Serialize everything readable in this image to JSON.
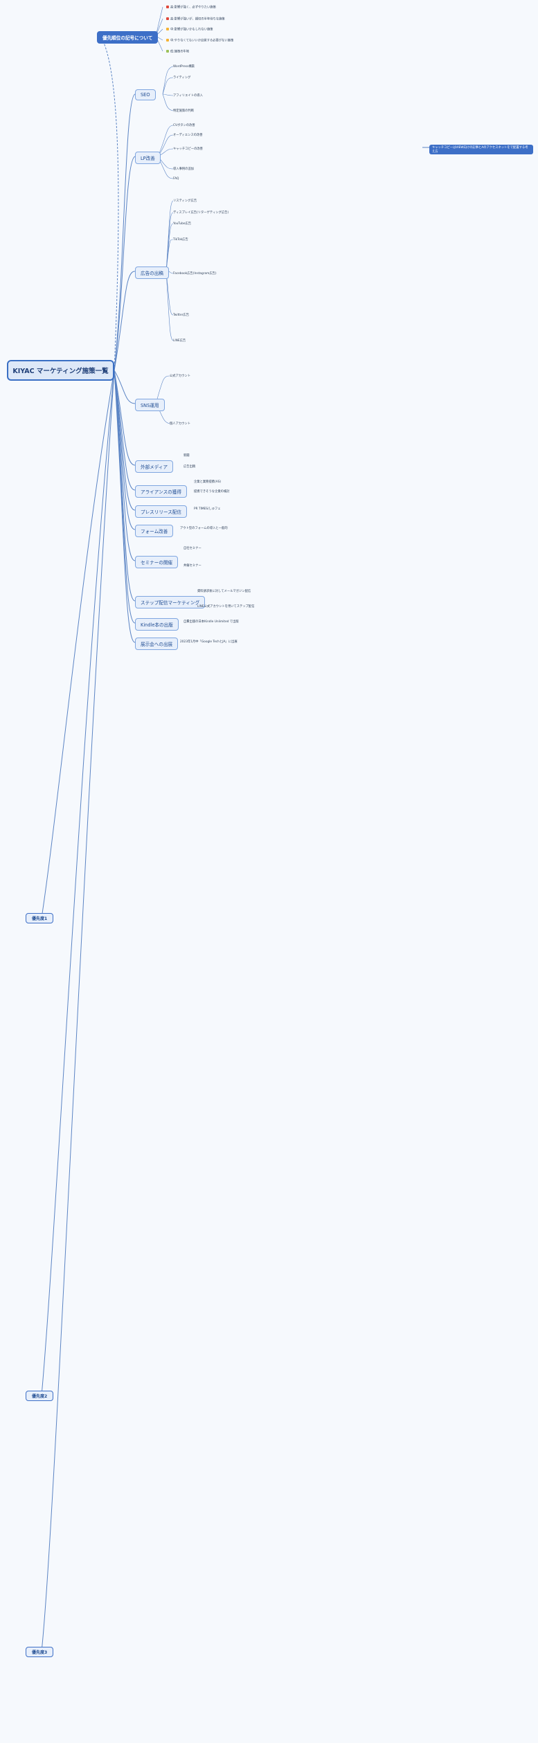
{
  "root": {
    "label": "KIYAC マーケティング施策一覧"
  },
  "top_section": {
    "label": "優先順位の記号について"
  },
  "priority_legend": [
    {
      "label": "高:影響が強く、必ずやりたい施策",
      "color": "#e0483b"
    },
    {
      "label": "高:影響が強いが、親切の半年待ちな施策",
      "color": "#e0483b"
    },
    {
      "label": "中:影響が強いかもしれない施策",
      "color": "#f5b233"
    },
    {
      "label": "中:やりなくてもいいか自覚する必要がない施策",
      "color": "#f5b233"
    },
    {
      "label": "低:施策の牛地",
      "color": "#9dc15a"
    }
  ],
  "categories": [
    {
      "label": "SEO",
      "leaves": [
        "WordPress構築",
        "ライティング",
        "アフィリエイトの導入",
        "特定施策の判断"
      ]
    },
    {
      "label": "LP改善",
      "leaves": [
        "CVボタンの改善",
        "オーディエンスの改善",
        "キャッチコピーの改善",
        "導入事例の追加",
        "FAQ"
      ]
    },
    {
      "label": "広告の出稿",
      "leaves": [
        "リスティング広告",
        "ディスプレイ広告(リターゲティング広告)",
        "YouTube広告",
        "TikTok広告",
        "Facebook広告(Instagram広告)",
        "Twitter広告",
        "LINE広告"
      ]
    },
    {
      "label": "SNS運用",
      "leaves": [
        "公式アカウント",
        "個人アカウント"
      ]
    },
    {
      "label": "外部メディア",
      "leaves": [
        "新聞",
        "広告出稿"
      ]
    },
    {
      "label": "アライアンスの獲得",
      "leaves": [
        "企業と業務提携(AS)",
        "提携できそうな企業の検討"
      ]
    },
    {
      "label": "プレスリリース配信",
      "leaves": [
        "PR TIMES/しゅフェ"
      ]
    },
    {
      "label": "フォーム改善",
      "leaves": [
        "アウト型のフォームの導入と一般的"
      ]
    },
    {
      "label": "セミナーの開催",
      "leaves": [
        "自社セミナー",
        "共催セミナー"
      ]
    },
    {
      "label": "ステップ配信マーケティング",
      "leaves": [
        "資料請求後に対してメールマガジン配信",
        "LINE公式アカウントを用いてステップ配信"
      ]
    },
    {
      "label": "Kindle本の出版",
      "leaves": [
        "自費出版の日本Kindle Unlimited で出版"
      ]
    },
    {
      "label": "展示会への出展",
      "leaves": [
        "2023年1月中「Google TechとJA」に出展"
      ]
    }
  ],
  "priority_sections": [
    {
      "label": "優先度1"
    },
    {
      "label": "優先度2"
    },
    {
      "label": "優先度3"
    }
  ],
  "side_note": {
    "label": "キャッチコピーはVIEW向けの記事とAのアクセスネットをで配置する考え方"
  }
}
